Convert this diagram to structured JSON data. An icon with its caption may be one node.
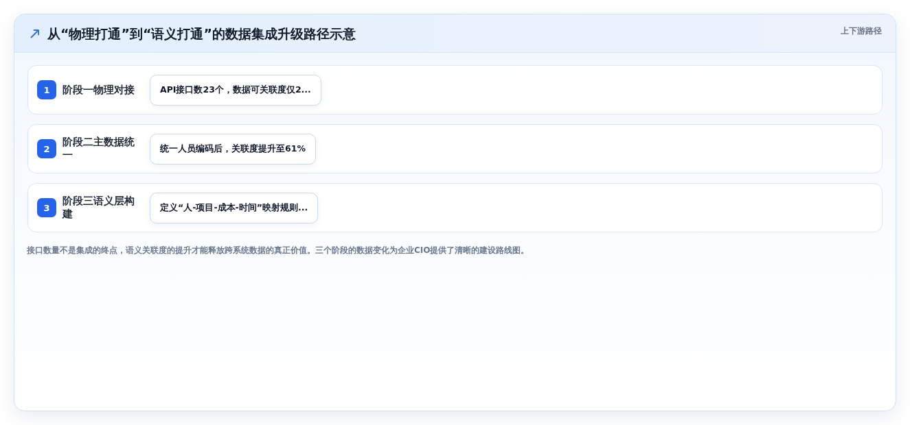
{
  "diagram": {
    "title": "从“物理打通”到“语义打通”的数据集成升级路径示意",
    "caption": "接口数量不是集成的终点，语义关联度的提升才能释放跨系统数据的真正价值。三个阶段的数据变化为企业CIO提供了清晰的建设路线图。",
    "nodes": [
      {
        "text": [
          "阶段一物理对接"
        ]
      },
      {
        "text": [
          "1"
        ],
        "in": 0
      },
      {
        "text": [
          "API接口数23个，数据可关联度仅2..."
        ],
        "in": 0
      },
      {
        "text": [
          "阶段二主数据统一"
        ]
      },
      {
        "text": [
          "2"
        ],
        "in": 3
      },
      {
        "text": [
          "统一人员编码后，关联度提升至61%"
        ],
        "in": 3
      },
      {
        "text": [
          "阶段三语义层构建"
        ]
      },
      {
        "text": [
          "3"
        ],
        "in": 6
      },
      {
        "text": [
          "定义“人-项目-成本-时间”映射规则..."
        ],
        "in": 6
      }
    ],
    "labels": [
      "上下游路径"
    ]
  }
}
